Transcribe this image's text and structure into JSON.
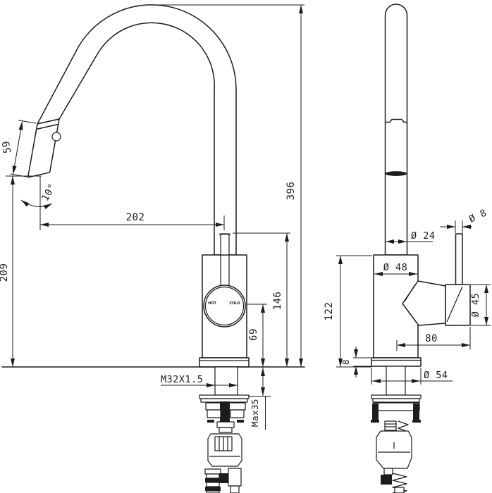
{
  "page": {
    "background": "#ffffff",
    "line_color": "#1c1c1c"
  },
  "side_view": {
    "dims": {
      "head_length": "59",
      "head_angle": "10°",
      "reach": "202",
      "outlet_height": "209",
      "total_height": "396",
      "spout_base_height": "146",
      "cartridge_center_height": "69",
      "thread": "M32X1.5",
      "max_thickness": "Max35"
    },
    "cap": {
      "hot": "HOT",
      "cold": "COLD"
    }
  },
  "front_view": {
    "dims": {
      "spout_diameter": "Ø 24",
      "lever_diameter": "Ø 8",
      "body_diameter": "Ø 48",
      "handle_diameter": "Ø 45",
      "body_height": "122",
      "handle_length": "80",
      "base_height": "8",
      "base_diameter": "Ø 54"
    }
  }
}
